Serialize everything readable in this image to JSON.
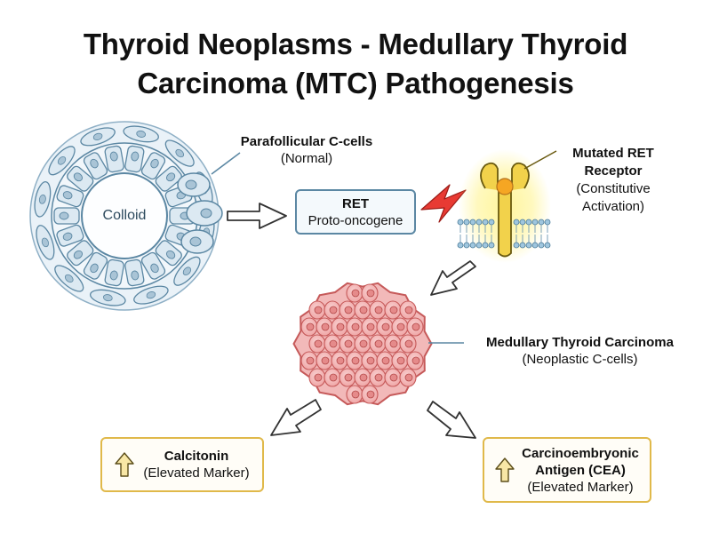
{
  "title": {
    "line1": "Thyroid Neoplasms - Medullary Thyroid",
    "line2": "Carcinoma (MTC) Pathogenesis"
  },
  "follicle": {
    "center_label": "Colloid"
  },
  "c_cells": {
    "title": "Parafollicular C-cells",
    "subtitle": "(Normal)"
  },
  "ret_gene": {
    "title": "RET",
    "subtitle": "Proto-oncogene"
  },
  "receptor": {
    "title_line1": "Mutated RET",
    "title_line2": "Receptor",
    "note_line1": "(Constitutive",
    "note_line2": "Activation)"
  },
  "tumor": {
    "title": "Medullary Thyroid Carcinoma",
    "subtitle": "(Neoplastic C-cells)"
  },
  "markers": [
    {
      "title_line1": "Calcitonin",
      "title_line2": "",
      "subtitle": "(Elevated Marker)"
    },
    {
      "title_line1": "Carcinoembryonic",
      "title_line2": "Antigen (CEA)",
      "subtitle": "(Elevated Marker)"
    }
  ],
  "colors": {
    "follicle_outline": "#5b87a3",
    "follicle_cell": "#dce9f2",
    "tumor_fill": "#f2b9b9",
    "tumor_outline": "#c65a5a",
    "receptor": "#f2d24b",
    "lightning": "#e83a33",
    "marker_border": "#e0b94a"
  }
}
